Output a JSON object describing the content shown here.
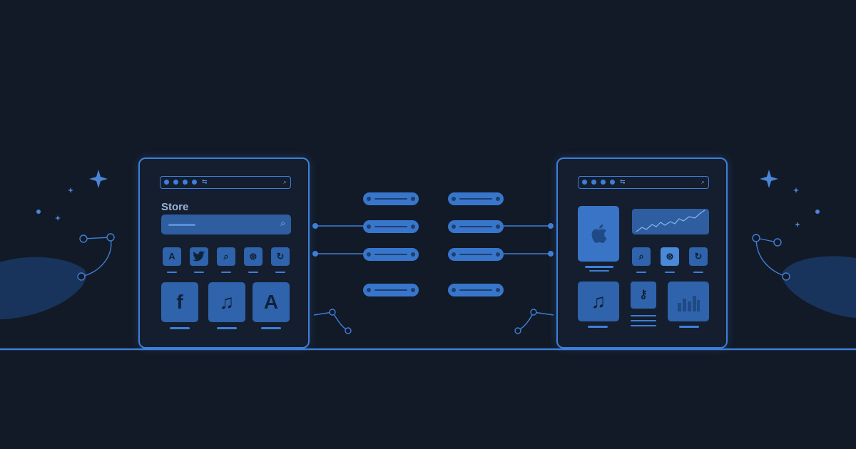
{
  "left_device": {
    "store_label": "Store",
    "small_icons": [
      "app-store-icon",
      "twitter-icon",
      "search-icon",
      "search-settings-icon",
      "refresh-icon"
    ],
    "large_icons": [
      "facebook-icon",
      "music-icon",
      "app-store-icon"
    ]
  },
  "right_device": {
    "small_icons": [
      "search-icon",
      "search-settings-icon",
      "refresh-icon"
    ],
    "large_icons": [
      "apple-icon",
      "music-icon",
      "search-key-icon",
      "bar-chart-icon"
    ],
    "trend_chart": "line"
  },
  "connectors": {
    "left_column_pills": 4,
    "right_column_pills": 4
  },
  "colors": {
    "background": "#121a27",
    "accent": "#3e7fd8",
    "tile": "#2f63ab",
    "blob": "#1b3a66"
  }
}
